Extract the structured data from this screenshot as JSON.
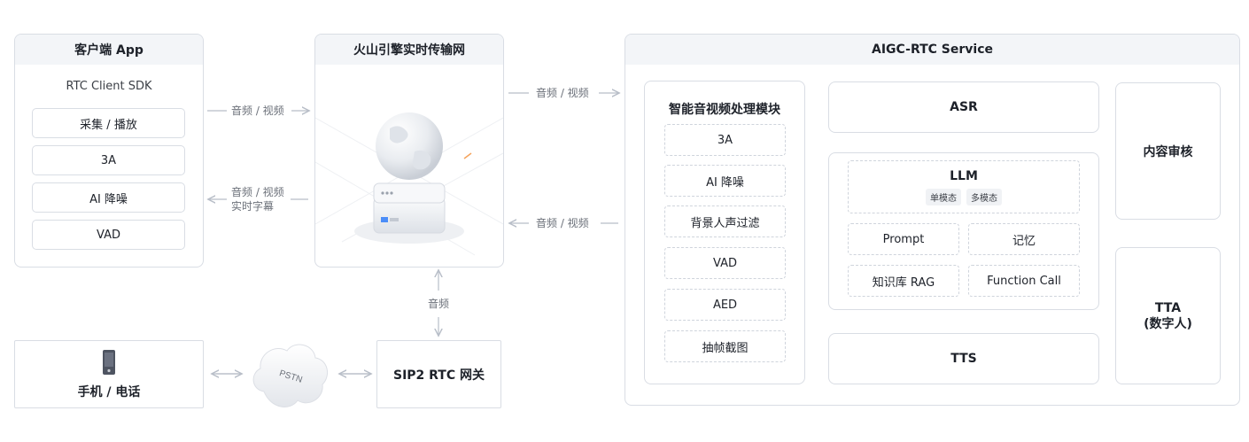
{
  "client_app": {
    "title": "客户端 App",
    "sdk": "RTC Client SDK",
    "items": [
      "采集 / 播放",
      "3A",
      "AI 降噪",
      "VAD"
    ]
  },
  "rtc_network": {
    "title": "火山引擎实时传输网"
  },
  "aigc": {
    "title": "AIGC-RTC Service",
    "module_title": "智能音视频处理模块",
    "module_items": [
      "3A",
      "AI 降噪",
      "背景人声过滤",
      "VAD",
      "AED",
      "抽帧截图"
    ],
    "asr": "ASR",
    "llm": {
      "title": "LLM",
      "tags": [
        "单模态",
        "多模态"
      ]
    },
    "prompt": "Prompt",
    "memory": "记忆",
    "rag": "知识库 RAG",
    "function_call": "Function Call",
    "tts": "TTS",
    "moderation": "内容审核",
    "tta_line1": "TTA",
    "tta_line2": "(数字人)"
  },
  "labels": {
    "av_to_rtc": "音频 / 视频",
    "rtc_to_client_1": "音频 / 视频",
    "rtc_to_client_2": "实时字幕",
    "rtc_to_aigc": "音频 / 视频",
    "aigc_to_rtc": "音频 / 视频",
    "audio": "音频"
  },
  "phone": {
    "label": "手机 / 电话"
  },
  "pstn": {
    "label": "PSTN"
  },
  "sip_gateway": {
    "label": "SIP2 RTC 网关"
  }
}
